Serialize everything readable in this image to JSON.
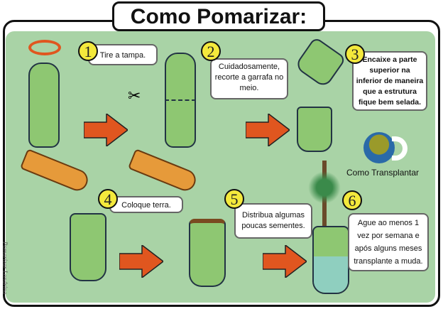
{
  "title": "Como Pomarizar:",
  "steps": [
    {
      "number": "1",
      "text": "Tire a tampa."
    },
    {
      "number": "2",
      "text": "Cuidadosamente, recorte a garrafa no meio."
    },
    {
      "number": "3",
      "text": "Encaixe a parte superior na inferior de maneira que a estrutura fique bem selada."
    },
    {
      "number": "4",
      "text": "Coloque terra."
    },
    {
      "number": "5",
      "text": "Distribua algumas poucas sementes."
    },
    {
      "number": "6",
      "text": "Ague ao menos 1 vez por semana e após alguns meses transplante a muda."
    }
  ],
  "link": {
    "label": "Como Transplantar",
    "icon": "tree-globe-logo"
  },
  "watermark": "Pomarizar Londrina",
  "colors": {
    "background": "#a9d3a6",
    "bottle": "#8ec772",
    "arrow": "#e0561f",
    "badge": "#f4e93c"
  }
}
